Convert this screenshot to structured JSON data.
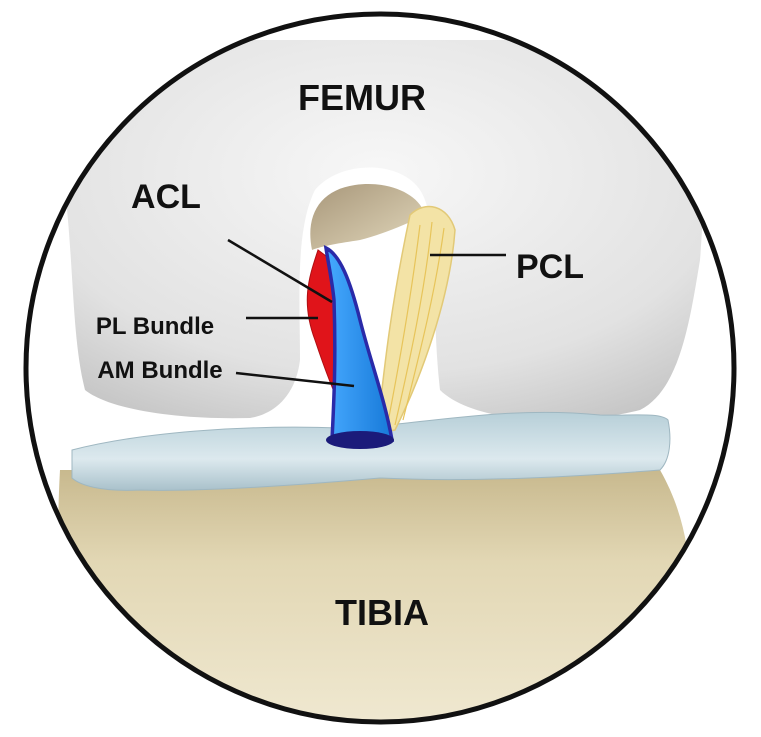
{
  "labels": {
    "femur": "FEMUR",
    "tibia": "TIBIA",
    "acl": "ACL",
    "pcl": "PCL",
    "pl_bundle": "PL Bundle",
    "am_bundle": "AM Bundle"
  },
  "colors": {
    "femur": "#e6e6e6",
    "tibia": "#d6c9a0",
    "meniscus": "#c9dde4",
    "notch": "#c9bc95",
    "pl_bundle": "#e0141a",
    "am_bundle": "#1f8ff0",
    "am_outline": "#2a2aa8",
    "pcl": "#f3e3a6"
  }
}
